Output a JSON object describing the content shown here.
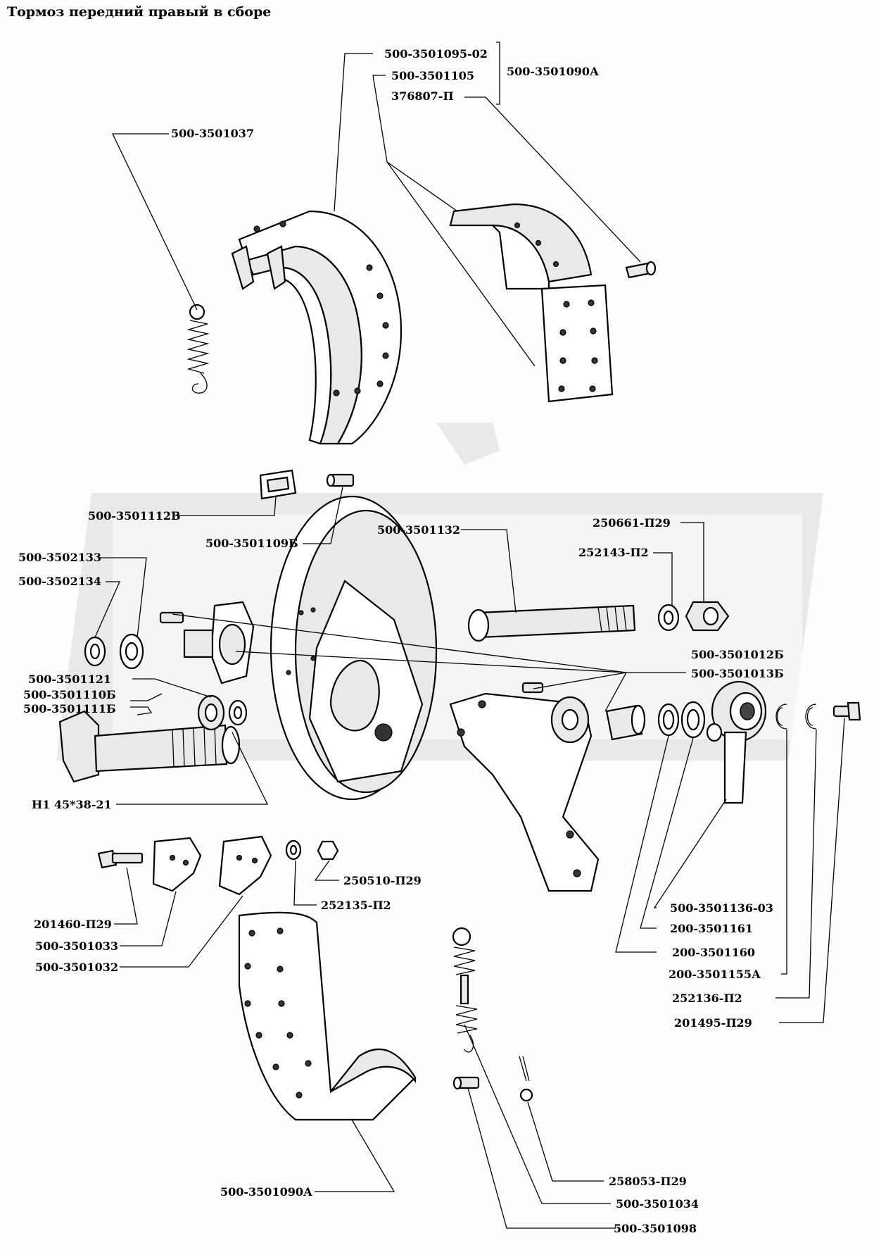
{
  "title": "Тормоз передний правый в сборе",
  "labels": {
    "p_500_3501095_02": "500-3501095-02",
    "p_500_3501105": "500-3501105",
    "p_376807_p": "376807-П",
    "p_500_3501090A_top": "500-3501090А",
    "p_500_3501037": "500-3501037",
    "p_500_3501112V": "500-3501112В",
    "p_500_3501109B": "500-3501109Б",
    "p_500_3501132": "500-3501132",
    "p_250661_p29": "250661-П29",
    "p_252143_p2": "252143-П2",
    "p_500_3502133": "500-3502133",
    "p_500_3502134": "500-3502134",
    "p_500_3501012B": "500-3501012Б",
    "p_500_3501013B": "500-3501013Б",
    "p_500_3501121": "500-3501121",
    "p_500_3501110B": "500-3501110Б",
    "p_500_3501111B": "500-3501111Б",
    "p_n1_45_38_21": "Н1 45*38-21",
    "p_250510_p29": "250510-П29",
    "p_252135_p2": "252135-П2",
    "p_201460_p29": "201460-П29",
    "p_500_3501033": "500-3501033",
    "p_500_3501032": "500-3501032",
    "p_500_3501136_03": "500-3501136-03",
    "p_200_3501161": "200-3501161",
    "p_200_3501160": "200-3501160",
    "p_200_3501155A": "200-3501155А",
    "p_252136_p2": "252136-П2",
    "p_201495_p29": "201495-П29",
    "p_258053_p29": "258053-П29",
    "p_500_3501034": "500-3501034",
    "p_500_3501098": "500-3501098",
    "p_500_3501090A_bottom": "500-3501090А"
  }
}
